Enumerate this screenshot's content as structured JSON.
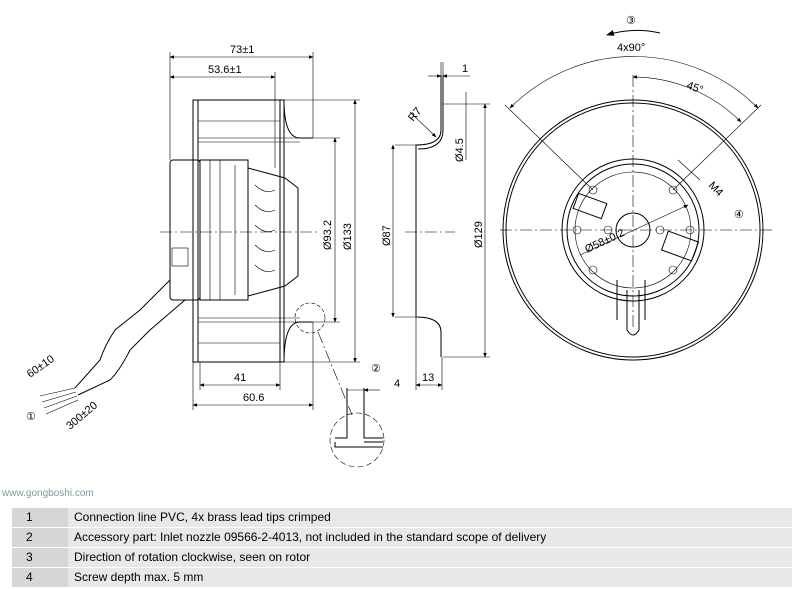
{
  "dimensions": {
    "overall_length": "73±1",
    "motor_length": "53.6±1",
    "inlet_diameter": "Ø93.2",
    "outer_diameter": "Ø133",
    "impeller_width": "41",
    "impeller_length": "60.6",
    "lead_length": "60±10",
    "cable_length": "300±20",
    "nozzle_thickness": "1",
    "nozzle_radius": "R7",
    "hole_diameter": "Ø4.5",
    "nozzle_inner": "Ø87",
    "nozzle_outer": "Ø129",
    "nozzle_depth": "13",
    "detail_gap": "4",
    "angle_pattern": "4x90°",
    "angle_offset": "45°",
    "thread": "M4",
    "bolt_circle": "Ø58±0.2"
  },
  "callouts": {
    "c1": "①",
    "c2": "②",
    "c3": "③",
    "c4": "④"
  },
  "notes": [
    {
      "num": "1",
      "text": "Connection line PVC, 4x brass lead tips crimped"
    },
    {
      "num": "2",
      "text": "Accessory part: Inlet nozzle 09566-2-4013, not included in the standard scope of delivery"
    },
    {
      "num": "3",
      "text": "Direction of rotation clockwise, seen on rotor"
    },
    {
      "num": "4",
      "text": "Screw depth max. 5 mm"
    }
  ],
  "watermark": "www.gongboshi.com"
}
